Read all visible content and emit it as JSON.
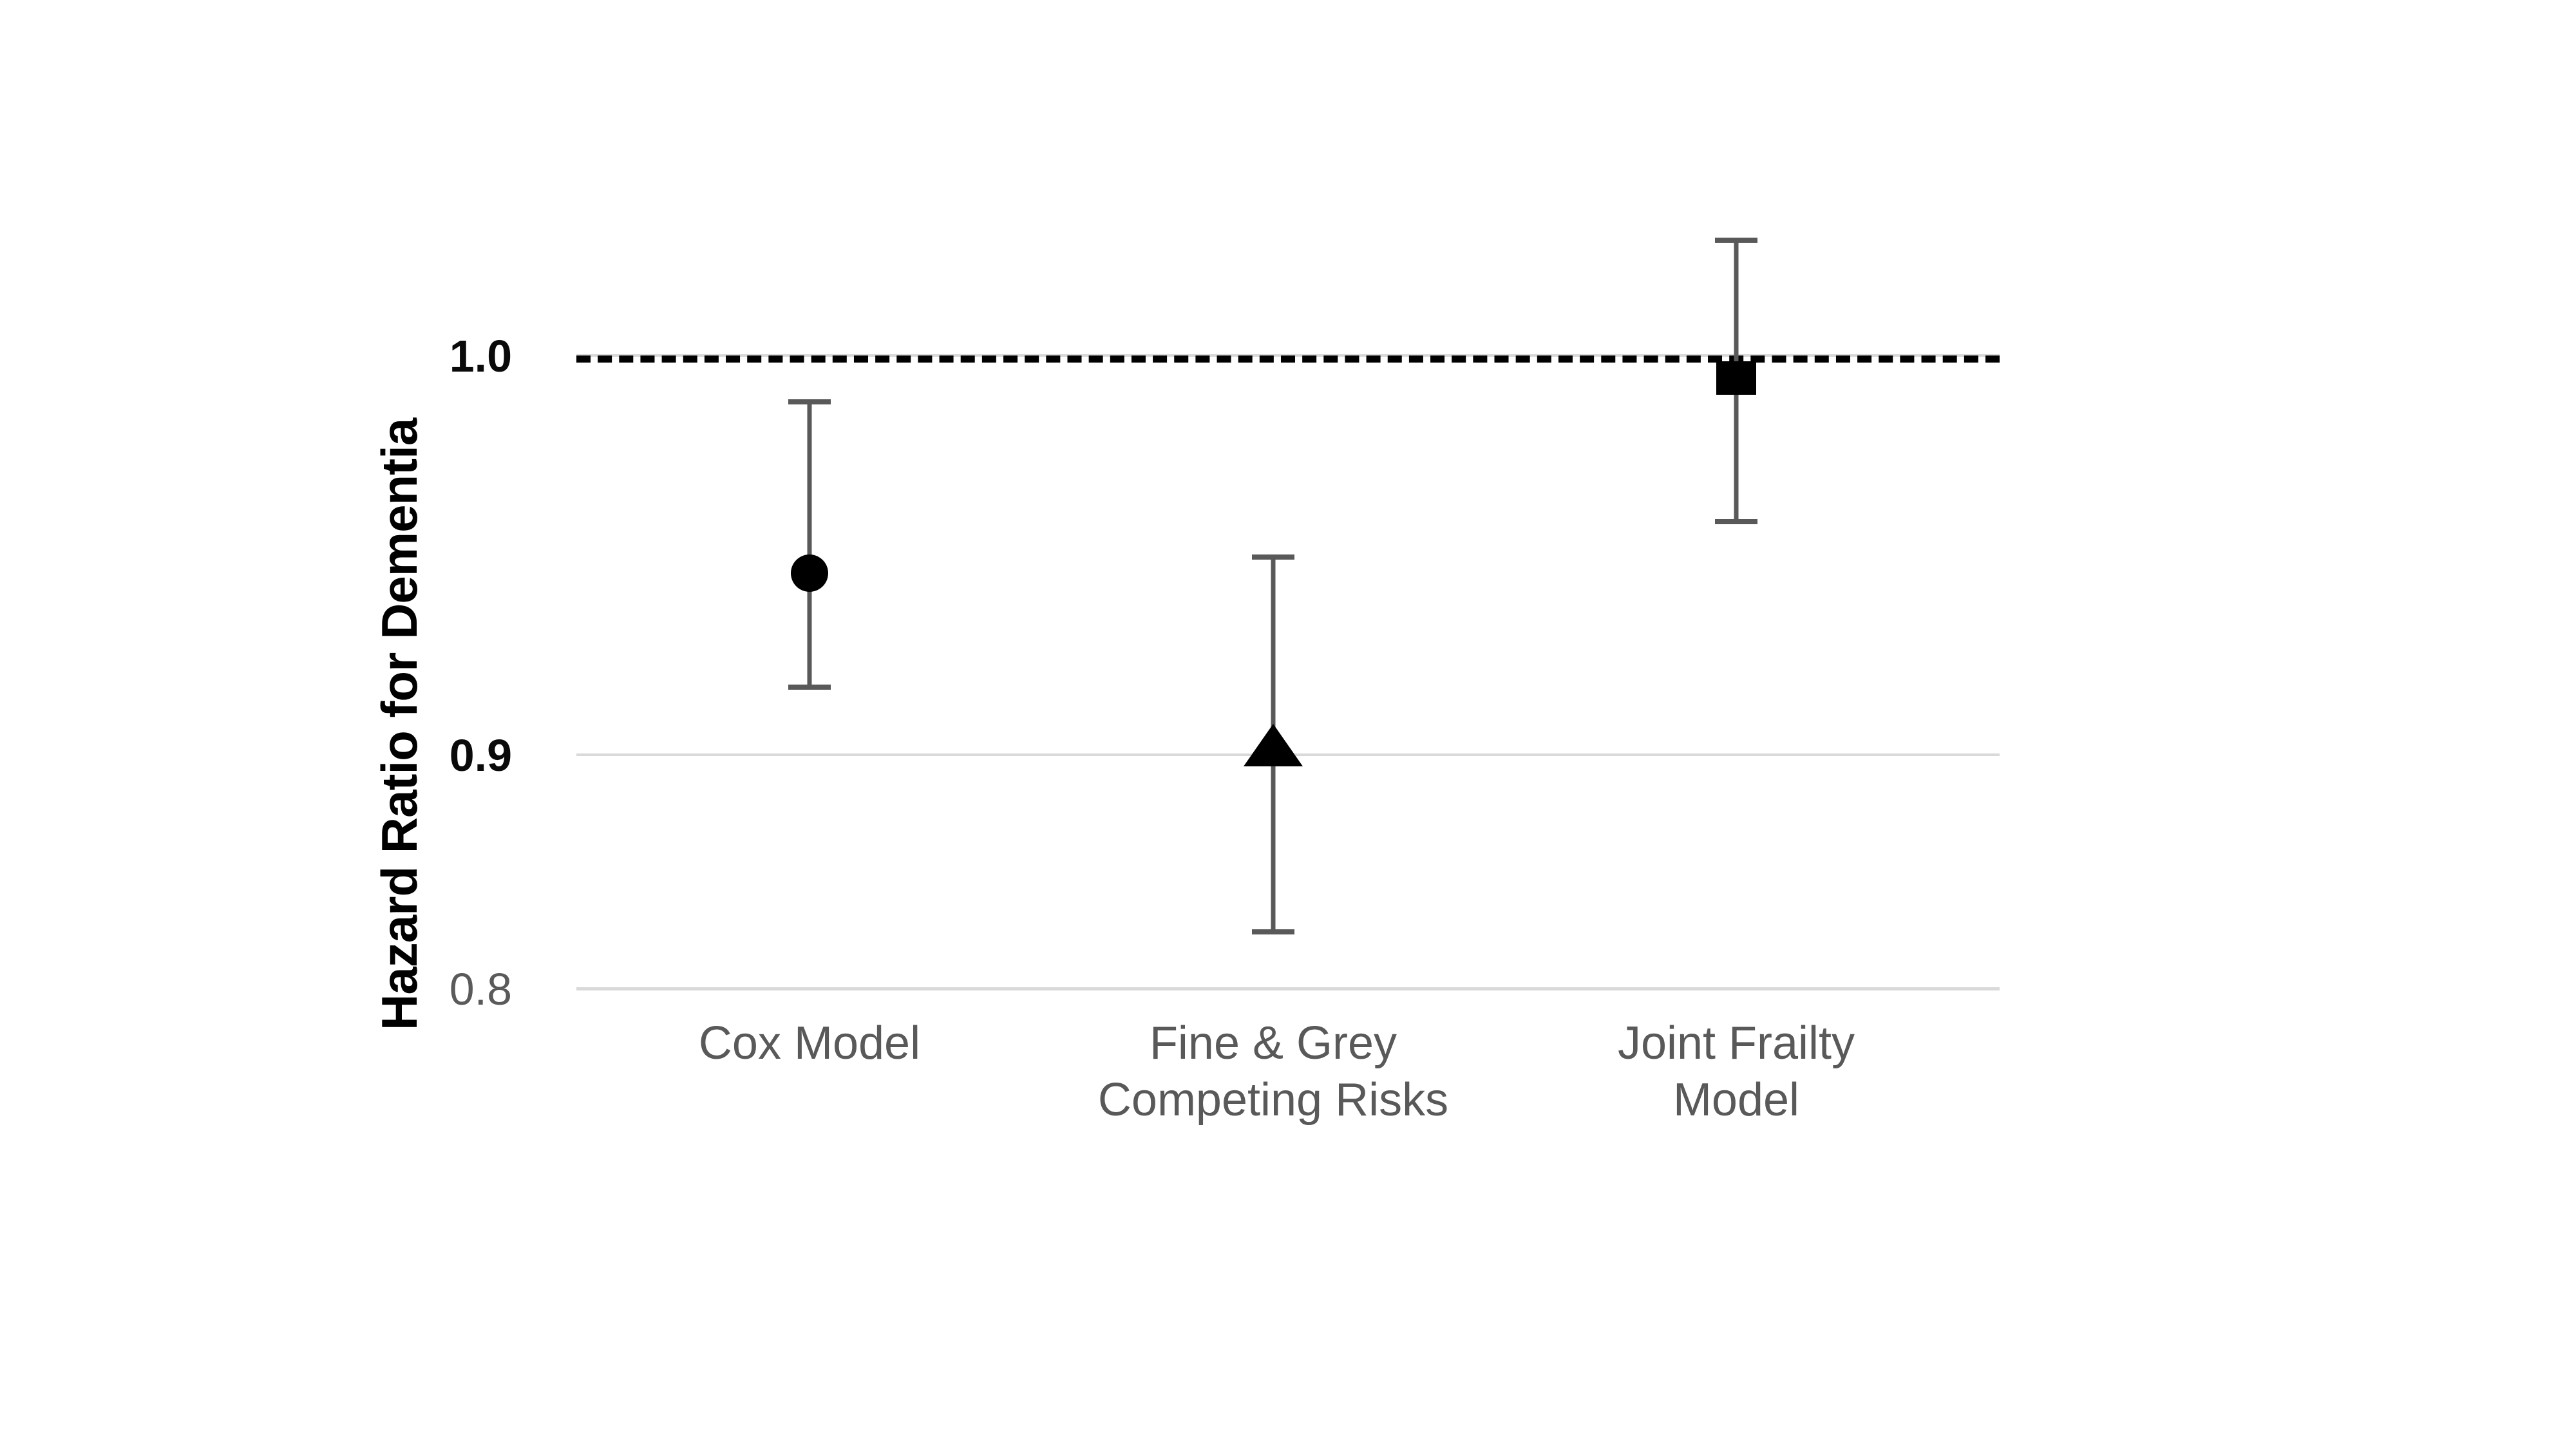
{
  "chart_data": {
    "type": "scatter",
    "title": "",
    "subtitle": "",
    "xlabel": "",
    "ylabel": "Hazard Ratio for Dementia",
    "categories": [
      "Cox Model",
      "Fine & Grey Competing Risks",
      "Joint Frailty Model"
    ],
    "category_lines": [
      [
        "Cox Model"
      ],
      [
        "Fine & Grey",
        "Competing Risks"
      ],
      [
        "Joint Frailty",
        "Model"
      ]
    ],
    "ytick_labels": [
      "1.0",
      "0.9",
      "0.8"
    ],
    "ytick_values": [
      1.0,
      0.9,
      0.8
    ],
    "ylim": [
      0.8,
      1.03
    ],
    "grid": "horizontal",
    "legend": "none",
    "reference_line": {
      "value": 1.0,
      "style": "dashed",
      "color": "#000000"
    },
    "series": [
      {
        "name": "Cox Model",
        "marker": "circle",
        "value": 0.945,
        "ci_low": 0.902,
        "ci_high": 0.988
      },
      {
        "name": "Fine & Grey Competing Risks",
        "marker": "triangle",
        "value": 0.901,
        "ci_low": 0.828,
        "ci_high": 0.947
      },
      {
        "name": "Joint Frailty Model",
        "marker": "square",
        "value": 0.989,
        "ci_low": 0.949,
        "ci_high": 1.029
      }
    ],
    "colors": {
      "marker": "#000000",
      "error_bar": "#595959",
      "gridline": "#d9d9d9",
      "reference_line": "#000000",
      "axis_label_dark": "#0a0a0a",
      "axis_label_grey": "#595959",
      "background": "#ffffff"
    }
  },
  "axis": {
    "y_title": "Hazard Ratio for Dementia",
    "y_ticks": [
      {
        "label": "1.0",
        "tone": "dark"
      },
      {
        "label": "0.9",
        "tone": "dark"
      },
      {
        "label": "0.8",
        "tone": "grey"
      }
    ]
  },
  "x_categories": [
    {
      "line1": "Cox Model",
      "line2": ""
    },
    {
      "line1": "Fine & Grey",
      "line2": "Competing Risks"
    },
    {
      "line1": "Joint Frailty",
      "line2": "Model"
    }
  ]
}
